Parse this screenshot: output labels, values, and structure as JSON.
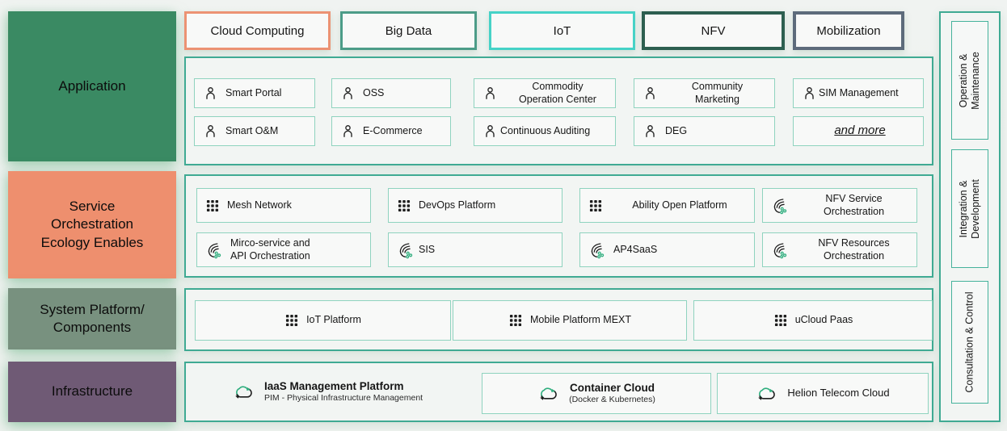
{
  "colors": {
    "background": "#eef1ef",
    "section_border": "#3faa93",
    "item_border": "#8fd3bf",
    "item_background": "#f8f9f8",
    "application_block": "#3a8a63",
    "orchestration_block": "#ee8f6e",
    "platform_block": "#78917f",
    "infrastructure_block": "#6f5a75",
    "tab_cloud_border": "#ec9273",
    "tab_bigdata_border": "#4c9c88",
    "tab_iot_border": "#46d2c7",
    "tab_nfv_border": "#2d5f50",
    "tab_mobilization_border": "#5d6b7b",
    "accent_green": "#2fae7e"
  },
  "left_blocks": [
    {
      "label": "Application"
    },
    {
      "label": "Service\nOrchestration\nEcology Enables"
    },
    {
      "label": "System Platform/\nComponents"
    },
    {
      "label": "Infrastructure"
    }
  ],
  "tabs": [
    {
      "label": "Cloud Computing"
    },
    {
      "label": "Big Data"
    },
    {
      "label": "IoT"
    },
    {
      "label": "NFV"
    },
    {
      "label": "Mobilization"
    }
  ],
  "application": {
    "items": [
      {
        "label": "Smart Portal",
        "icon": "user-icon"
      },
      {
        "label": "OSS",
        "icon": "user-icon"
      },
      {
        "label": "Commodity\nOperation Center",
        "icon": "user-icon"
      },
      {
        "label": "Community\nMarketing",
        "icon": "user-icon"
      },
      {
        "label": "SIM Management",
        "icon": "user-icon"
      },
      {
        "label": "Smart O&M",
        "icon": "user-icon"
      },
      {
        "label": "E-Commerce",
        "icon": "user-icon"
      },
      {
        "label": "Continuous Auditing",
        "icon": "user-icon"
      },
      {
        "label": "DEG",
        "icon": "user-icon"
      },
      {
        "label": "and more",
        "icon": "none"
      }
    ]
  },
  "orchestration": {
    "items": [
      {
        "label": "Mesh Network",
        "icon": "grid-icon"
      },
      {
        "label": "DevOps Platform",
        "icon": "grid-icon"
      },
      {
        "label": "Ability Open Platform",
        "icon": "grid-icon"
      },
      {
        "label": "NFV Service\nOrchestration",
        "icon": "stream-icon"
      },
      {
        "label": "Mirco-service and\nAPI Orchestration",
        "icon": "stream-icon"
      },
      {
        "label": "SIS",
        "icon": "stream-icon"
      },
      {
        "label": "AP4SaaS",
        "icon": "stream-icon"
      },
      {
        "label": "NFV Resources\nOrchestration",
        "icon": "stream-icon"
      }
    ]
  },
  "platform": {
    "items": [
      {
        "label": "IoT Platform",
        "icon": "grid-icon"
      },
      {
        "label": "Mobile Platform MEXT",
        "icon": "grid-icon"
      },
      {
        "label": "uCloud Paas",
        "icon": "grid-icon"
      }
    ]
  },
  "infrastructure": {
    "items": [
      {
        "title": "IaaS Management Platform",
        "subtitle": "PIM - Physical Infrastructure Management",
        "icon": "cloud-sync-icon"
      },
      {
        "title": "Container Cloud",
        "subtitle": "(Docker & Kubernetes)",
        "icon": "cloud-sync-icon"
      },
      {
        "title": "Helion Telecom Cloud",
        "subtitle": "",
        "icon": "cloud-sync-icon"
      }
    ]
  },
  "right_column": {
    "items": [
      {
        "label": "Operation &\nMaintenance"
      },
      {
        "label": "Integration &\nDevelopment"
      },
      {
        "label": "Consultation & Control"
      }
    ]
  }
}
